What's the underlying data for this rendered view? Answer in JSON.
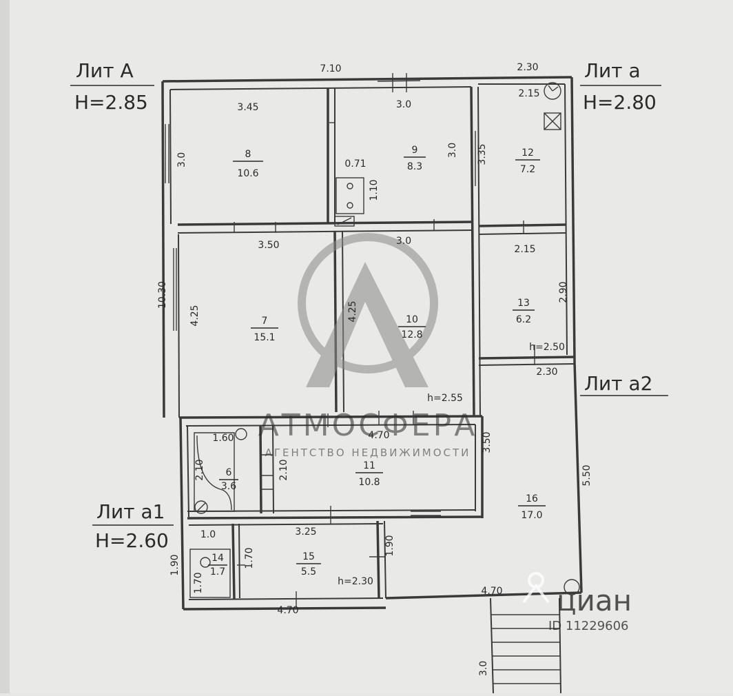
{
  "lits": [
    {
      "name": "Лит А",
      "height": "H=2.85"
    },
    {
      "name": "Лит а",
      "height": "H=2.80"
    },
    {
      "name": "Лит а1",
      "height": "H=2.60"
    },
    {
      "name": "Лит а2",
      "height": ""
    }
  ],
  "rooms": [
    {
      "num": "8",
      "area": "10.6"
    },
    {
      "num": "9",
      "area": "8.3"
    },
    {
      "num": "12",
      "area": "7.2"
    },
    {
      "num": "7",
      "area": "15.1"
    },
    {
      "num": "10",
      "area": "12.8"
    },
    {
      "num": "13",
      "area": "6.2"
    },
    {
      "num": "6",
      "area": "3.6"
    },
    {
      "num": "11",
      "area": "10.8"
    },
    {
      "num": "16",
      "area": "17.0"
    },
    {
      "num": "14",
      "area": "1.7"
    },
    {
      "num": "15",
      "area": "5.5"
    }
  ],
  "dims": {
    "top_a": "7.10",
    "top_b": "2.30",
    "r8_top": "3.45",
    "r8_side": "3.0",
    "r9_top": "3.0",
    "r9_side": "3.0",
    "nook_w": "0.71",
    "nook_h": "1.10",
    "r12_side": "3.35",
    "r12_top": "2.15",
    "left_total": "10.30",
    "r7_top": "3.50",
    "r7_side": "4.25",
    "r10_top": "3.0",
    "r10_side": "4.25",
    "r13_top": "2.15",
    "r13_side": "2.90",
    "r13_h": "h=2.50",
    "r16_top": "2.30",
    "r10_h": "h=2.55",
    "r11_top": "4.70",
    "r11_side": "3.50",
    "r6_top": "1.60",
    "r6_side": "2.10",
    "r6_side2": "2.10",
    "r16_side": "5.50",
    "r14_top": "1.0",
    "a1_side": "1.90",
    "r14_side": "1.70",
    "r15_side": "1.70",
    "r15_top": "3.25",
    "r15_side2": "1.90",
    "r15_h": "h=2.30",
    "bottom_left": "4.70",
    "bottom_right": "4.70",
    "stair_len": "3.0"
  },
  "watermark": {
    "brand": "АТМОСФЕРА",
    "tagline": "АГЕНТСТВО   НЕДВИЖИМОСТИ"
  },
  "cian": {
    "logo": "циан",
    "id": "ID 11229606"
  },
  "colors": {
    "paper": "#e7e7e5",
    "ink": "#2a2a2a",
    "watermark": "#8a8a8a"
  }
}
